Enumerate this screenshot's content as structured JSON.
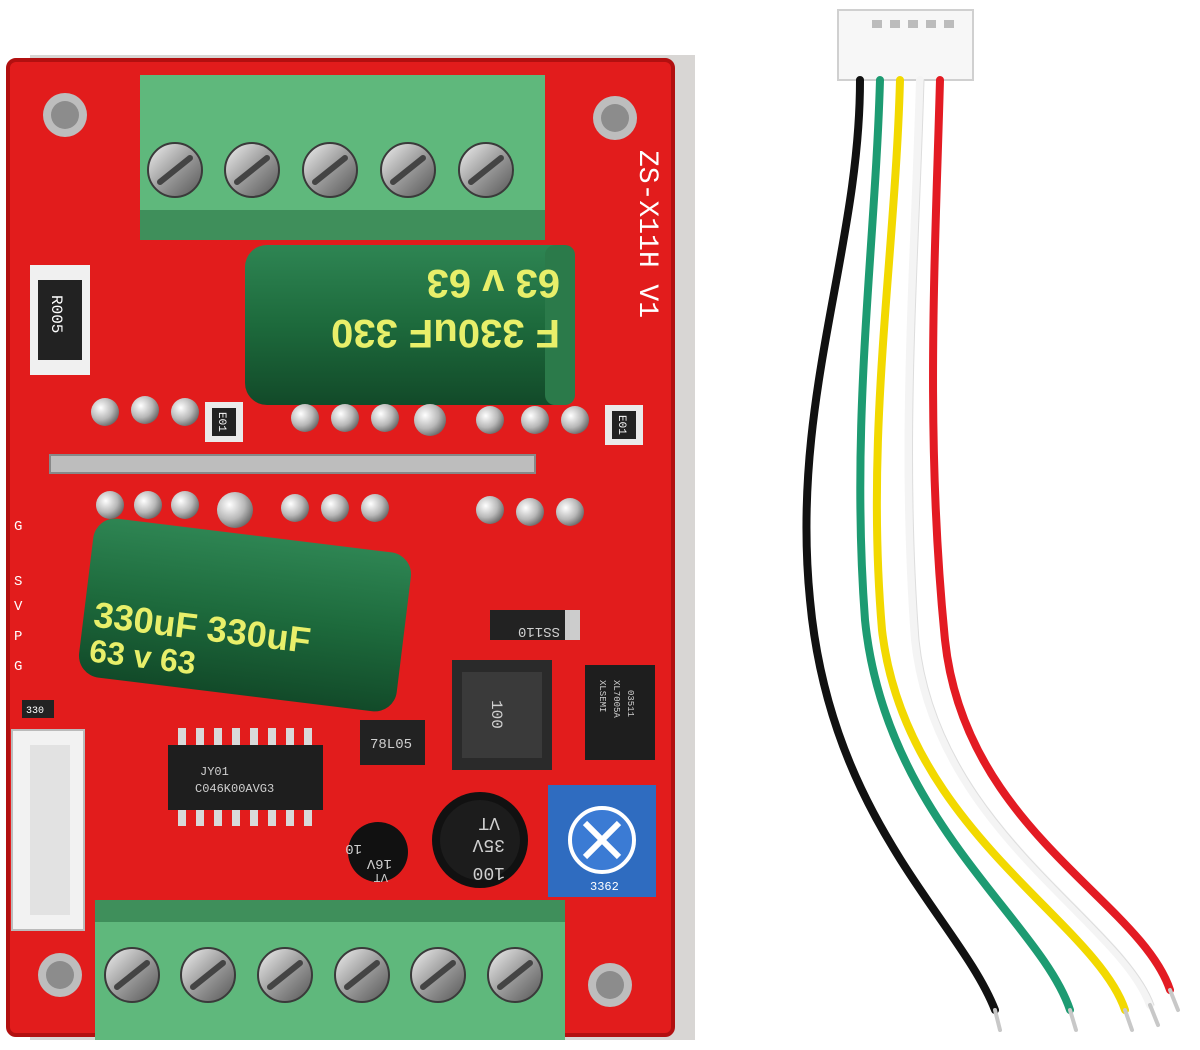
{
  "board": {
    "model": "ZS-X11H V1",
    "shunt_resistor": "R005",
    "capacitor_top": {
      "line1": "63 v 63",
      "line2": "F 330uF 330"
    },
    "capacitor_left": {
      "line1": "330uF 330uF",
      "line2": "63 v 63"
    },
    "pin_labels": [
      "G",
      "S",
      "V",
      "P",
      "G"
    ],
    "driver_ic": {
      "line1": "JY01",
      "line2": "C046K00AVG3"
    },
    "regulator": "78L05",
    "diode": "SS110",
    "inductor": "100",
    "small_cap": {
      "line1": "10",
      "line2": "16V",
      "line3": "VT"
    },
    "big_cap": {
      "line1": "VT",
      "line2": "35V",
      "line3": "100"
    },
    "sop_chip": {
      "line1": "XLSEMI",
      "line2": "XL7005A",
      "line3": "03511"
    },
    "potentiometer": "3362",
    "resistor_smd": "330",
    "fuse_labels": [
      "E01",
      "E01"
    ]
  },
  "colors": {
    "pcb": "#e21c1c",
    "terminal": "#5fb87c",
    "capacitor": "#1f6b3e",
    "wires": [
      "#111111",
      "#1d9b72",
      "#f2d900",
      "#f4f4f4",
      "#e31b23"
    ]
  }
}
